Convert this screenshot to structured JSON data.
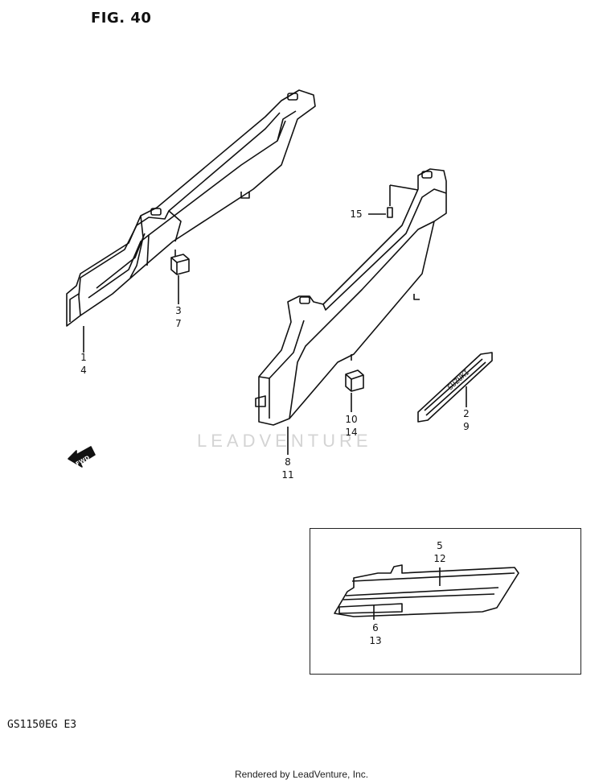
{
  "figure": {
    "title": "FIG. 40"
  },
  "callouts": {
    "c1": [
      "1",
      "4"
    ],
    "c2": [
      "3",
      "7"
    ],
    "c3": [
      "15"
    ],
    "c4": [
      "10",
      "14"
    ],
    "c5": [
      "8",
      "11"
    ],
    "c6": [
      "2",
      "9"
    ],
    "c7": [
      "5",
      "12"
    ],
    "c8": [
      "6",
      "13"
    ]
  },
  "labels": {
    "fwd": "FWD",
    "emblem_text": "SUZUKI",
    "watermark": "LEADVENTURE"
  },
  "model_code": "GS1150EG E3",
  "footer": "Rendered by LeadVenture, Inc."
}
